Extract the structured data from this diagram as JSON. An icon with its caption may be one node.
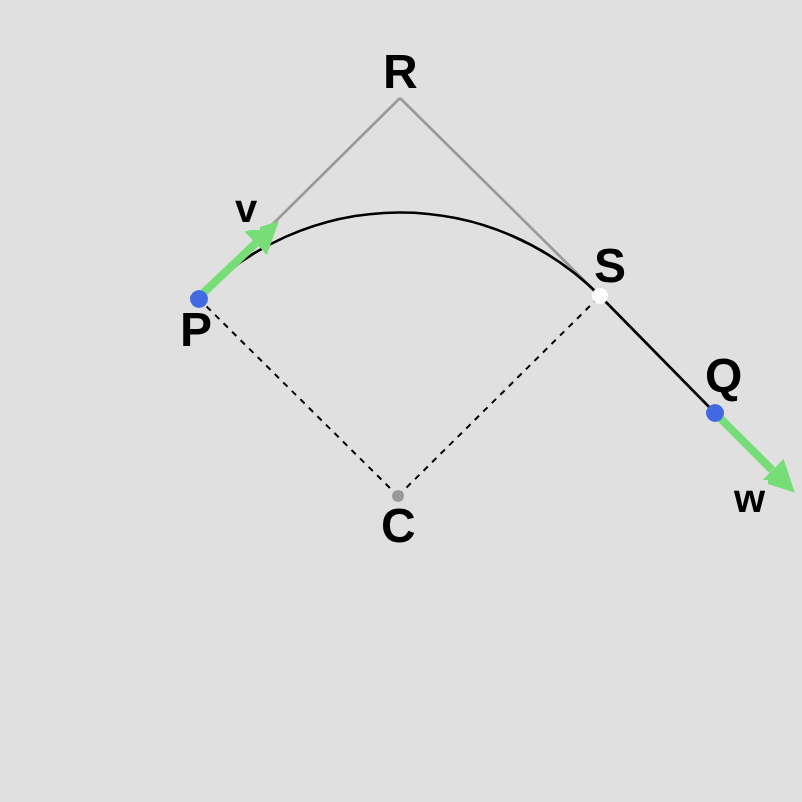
{
  "diagram": {
    "nodes": [
      {
        "text": [
          "P"
        ]
      },
      {
        "text": [
          "R"
        ]
      },
      {
        "text": [
          "S"
        ]
      },
      {
        "text": [
          "Q"
        ]
      },
      {
        "text": [
          "C"
        ]
      }
    ],
    "edges": [
      {
        "from": 0,
        "to": 1,
        "arrow": "none",
        "color": "#999999"
      },
      {
        "from": 1,
        "to": 2,
        "arrow": "none",
        "color": "#999999"
      },
      {
        "from": 2,
        "to": 3,
        "arrow": "none"
      },
      {
        "from": 0,
        "to": 4,
        "arrow": "none",
        "style": "dashed"
      },
      {
        "from": 4,
        "to": 2,
        "arrow": "none",
        "style": "dashed"
      },
      {
        "from": 0,
        "to": 2,
        "arrow": "none"
      },
      {
        "from": 0,
        "to": null,
        "arrow": "to",
        "label": "v",
        "style": "thick",
        "color": "#77dd77"
      },
      {
        "from": 3,
        "to": null,
        "arrow": "to",
        "label": "w",
        "style": "thick",
        "color": "#77dd77"
      }
    ]
  }
}
